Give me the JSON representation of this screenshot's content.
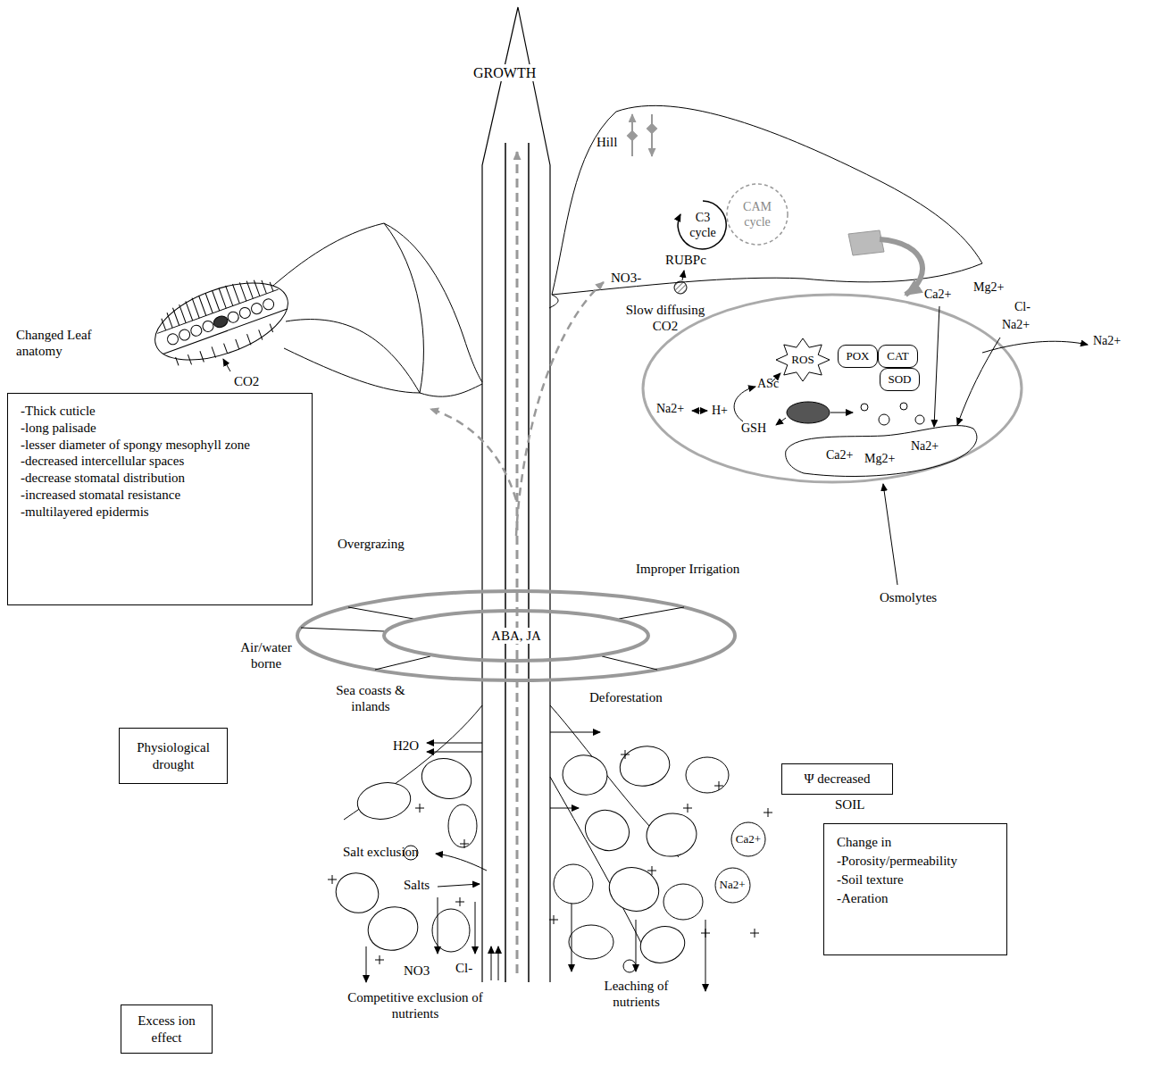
{
  "diagram": {
    "nodes": [
      {
        "text": [
          "-Thick cuticle",
          "-long palisade",
          "-lesser diameter of spongy mesophyll zone",
          "-decreased intercellular spaces",
          "-decrease stomatal distribution",
          "-increased stomatal resistance",
          "-multilayered epidermis"
        ]
      },
      {
        "text": [
          "CAM cycle"
        ]
      },
      {
        "text": [
          "ROS"
        ]
      },
      {
        "text": [
          "POX"
        ]
      },
      {
        "text": [
          "CAT"
        ]
      },
      {
        "text": [
          "SOD"
        ]
      },
      {
        "text": [
          "ABA, JA"
        ]
      },
      {
        "text": [
          "Physiological drought"
        ]
      },
      {
        "text": [
          "Ψ decreased"
        ]
      },
      {
        "text": [
          "Change in",
          "-Porosity/permeability",
          "-Soil texture",
          "-Aeration"
        ]
      },
      {
        "text": [
          "Ca2+"
        ]
      },
      {
        "text": [
          "Na2+"
        ]
      },
      {
        "text": [
          "Excess ion effect"
        ]
      }
    ],
    "labels": [
      "GROWTH",
      "Hill",
      "C3 cycle",
      "RUBPc",
      "NO3-",
      "Slow diffusing CO2",
      "Changed Leaf anatomy",
      "CO2",
      "Ca2+",
      "Mg2+",
      "Cl-",
      "Na2+",
      "Na2+",
      "ASc",
      "GSH",
      "Na2+",
      "H+",
      "Na2+",
      "Ca2+",
      "Mg2+",
      "Osmolytes",
      "Overgrazing",
      "Improper Irrigation",
      "Air/water borne",
      "Sea coasts & inlands",
      "Deforestation",
      "H2O",
      "SOIL",
      "Salt exclusion",
      "Salts",
      "NO3",
      "Cl-",
      "Competitive exclusion of nutrients",
      "Leaching of nutrients"
    ]
  }
}
